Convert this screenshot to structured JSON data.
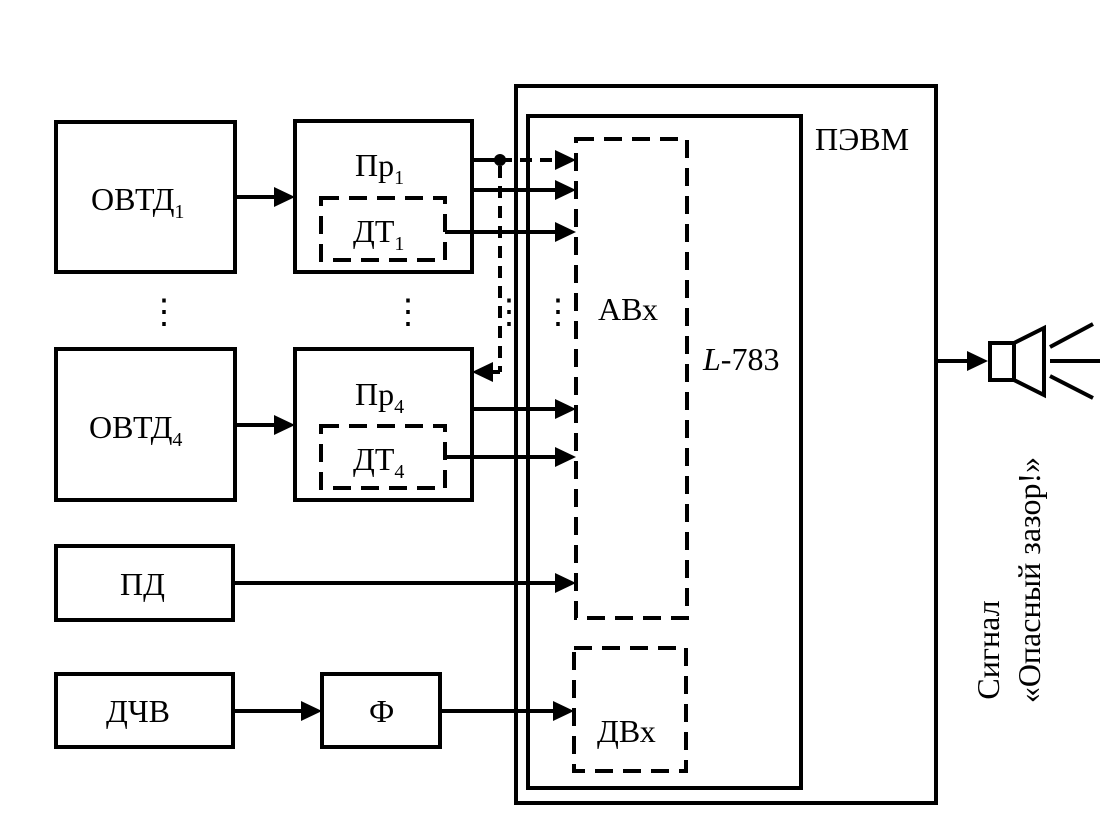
{
  "blocks": {
    "ovtd1": {
      "main": "ОВТД",
      "sub": "1"
    },
    "ovtd4": {
      "main": "ОВТД",
      "sub": "4"
    },
    "pr1": {
      "main": "Пр",
      "sub": "1"
    },
    "dt1": {
      "main": "ДТ",
      "sub": "1"
    },
    "pr4": {
      "main": "Пр",
      "sub": "4"
    },
    "dt4": {
      "main": "ДТ",
      "sub": "4"
    },
    "pd": "ПД",
    "dchv": "ДЧВ",
    "f": "Ф",
    "pevm": "ПЭВМ",
    "l783_italic": "L",
    "l783_rest": "-783",
    "avx": "АВх",
    "dvx": "ДВх"
  },
  "continuation": {
    "dots": "⋮"
  },
  "signal": {
    "line1": "Сигнал",
    "line2": "«Опасный зазор!»"
  },
  "icons": {
    "speaker": "speaker-icon"
  }
}
